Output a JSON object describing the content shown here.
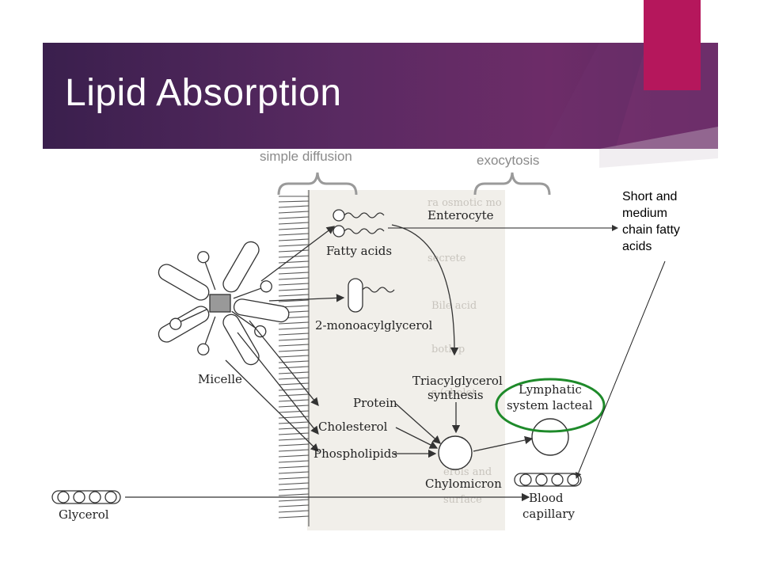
{
  "slide": {
    "title": "Lipid Absorption",
    "accent_color": "#b5175c",
    "title_bg_color": "#5a2a62"
  },
  "annotations": {
    "simple_diffusion": "simple diffusion",
    "exocytosis": "exocytosis",
    "side_note_lines": [
      "Short and",
      "medium",
      "chain fatty",
      "acids"
    ]
  },
  "figure_labels": {
    "enterocyte": "Enterocyte",
    "fatty_acids": "Fatty acids",
    "monoacylglycerol": "2-monoacylglycerol",
    "micelle": "Micelle",
    "triacylglycerol_1": "Triacylglycerol",
    "triacylglycerol_2": "synthesis",
    "protein": "Protein",
    "cholesterol": "Cholesterol",
    "phospholipids": "Phospholipids",
    "chylomicron": "Chylomicron",
    "lymphatic_1": "Lymphatic",
    "lymphatic_2": "system lacteal",
    "blood_1": "Blood",
    "blood_2": "capillary",
    "glycerol": "Glycerol"
  },
  "highlight_color": "#1e8a2a"
}
